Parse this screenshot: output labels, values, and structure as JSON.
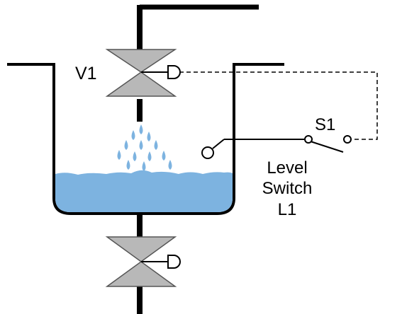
{
  "labels": {
    "valve_top": "V1",
    "switch": "S1",
    "level_switch_line1": "Level",
    "level_switch_line2": "Switch",
    "level_switch_line3": "L1"
  },
  "colors": {
    "water": "#7DB3E0",
    "valve_fill": "#B8B8B8",
    "line": "#000000"
  }
}
